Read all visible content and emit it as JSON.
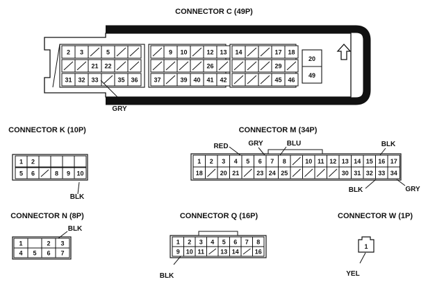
{
  "connector_c": {
    "title": "CONNECTOR C (49P)",
    "wire_label": "GRY",
    "pins": [
      {
        "row": 0,
        "col": 0,
        "label": "2"
      },
      {
        "row": 0,
        "col": 1,
        "label": "3"
      },
      {
        "row": 0,
        "col": 3,
        "label": "5"
      },
      {
        "row": 1,
        "col": 2,
        "label": "21"
      },
      {
        "row": 1,
        "col": 3,
        "label": "22"
      },
      {
        "row": 2,
        "col": 0,
        "label": "31"
      },
      {
        "row": 2,
        "col": 1,
        "label": "32"
      },
      {
        "row": 2,
        "col": 2,
        "label": "33"
      },
      {
        "row": 2,
        "col": 4,
        "label": "35"
      },
      {
        "row": 2,
        "col": 5,
        "label": "36"
      },
      {
        "row": 0,
        "col": 7,
        "label": "9"
      },
      {
        "row": 0,
        "col": 8,
        "label": "10"
      },
      {
        "row": 0,
        "col": 10,
        "label": "12"
      },
      {
        "row": 0,
        "col": 11,
        "label": "13"
      },
      {
        "row": 1,
        "col": 10,
        "label": "26"
      },
      {
        "row": 2,
        "col": 6,
        "label": "37"
      },
      {
        "row": 2,
        "col": 8,
        "label": "39"
      },
      {
        "row": 2,
        "col": 9,
        "label": "40"
      },
      {
        "row": 2,
        "col": 10,
        "label": "41"
      },
      {
        "row": 2,
        "col": 11,
        "label": "42"
      },
      {
        "row": 0,
        "col": 12,
        "label": "14"
      },
      {
        "row": 0,
        "col": 15,
        "label": "17"
      },
      {
        "row": 0,
        "col": 16,
        "label": "18"
      },
      {
        "row": 1,
        "col": 15,
        "label": "29"
      },
      {
        "row": 2,
        "col": 15,
        "label": "45"
      },
      {
        "row": 2,
        "col": 16,
        "label": "46"
      }
    ],
    "side_pins": [
      "20",
      "49"
    ]
  },
  "connector_k": {
    "title": "CONNECTOR K (10P)",
    "wire_label": "BLK",
    "top": [
      "1",
      "2",
      "",
      "",
      "",
      ""
    ],
    "bottom": [
      "5",
      "6",
      "/",
      "8",
      "9",
      "10"
    ]
  },
  "connector_m": {
    "title": "CONNECTOR M (34P)",
    "wire_labels": {
      "red": "RED",
      "gry_top": "GRY",
      "blu": "BLU",
      "blk_top": "BLK",
      "blk_bottom": "BLK",
      "gry_bottom": "GRY"
    },
    "top": [
      "1",
      "2",
      "3",
      "4",
      "5",
      "6",
      "7",
      "8",
      "/",
      "10",
      "11",
      "12",
      "13",
      "14",
      "15",
      "16",
      "17"
    ],
    "bottom": [
      "18",
      "/",
      "20",
      "21",
      "/",
      "23",
      "24",
      "25",
      "/",
      "/",
      "/",
      "/",
      "30",
      "31",
      "32",
      "33",
      "34"
    ]
  },
  "connector_n": {
    "title": "CONNECTOR N (8P)",
    "wire_label": "BLK",
    "top": [
      "1",
      "",
      "2",
      "3"
    ],
    "bottom": [
      "4",
      "5",
      "6",
      "7"
    ]
  },
  "connector_q": {
    "title": "CONNECTOR Q (16P)",
    "wire_label": "BLK",
    "top": [
      "1",
      "2",
      "3",
      "4",
      "5",
      "6",
      "7",
      "8"
    ],
    "bottom": [
      "9",
      "10",
      "11",
      "/",
      "13",
      "14",
      "/",
      "16"
    ]
  },
  "connector_w": {
    "title": "CONNECTOR W (1P)",
    "pin": "1",
    "wire_label": "YEL"
  }
}
